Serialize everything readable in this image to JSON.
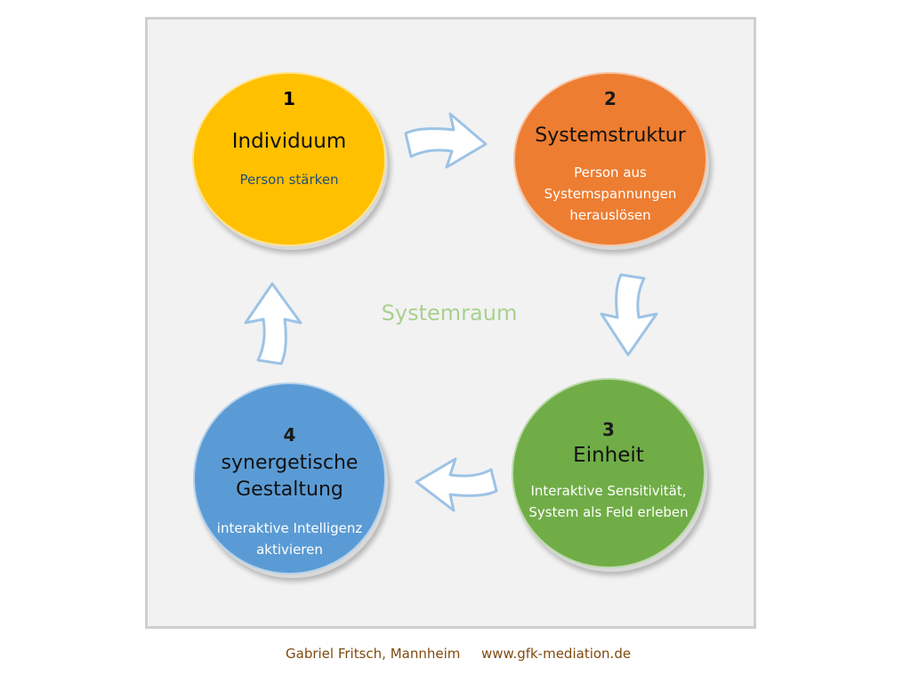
{
  "center_label": "Systemraum",
  "nodes": [
    {
      "number": "1",
      "title": "Individuum",
      "subtitle": "Person stärken",
      "color": "#ffc000"
    },
    {
      "number": "2",
      "title": "Systemstruktur",
      "subtitle": "Person aus Systemspannungen herauslösen",
      "color": "#ed7d31"
    },
    {
      "number": "3",
      "title": "Einheit",
      "subtitle": "Interaktive Sensitivität, System als Feld erleben",
      "color": "#70ad47"
    },
    {
      "number": "4",
      "title": "synergetische Gestaltung",
      "subtitle": "interaktive Intelligenz aktivieren",
      "color": "#5b9bd5"
    }
  ],
  "arrows": [
    "arrow-right-icon",
    "arrow-down-icon",
    "arrow-left-icon",
    "arrow-up-icon"
  ],
  "footer": {
    "author": "Gabriel Fritsch, Mannheim",
    "website": "www.gfk-mediation.de"
  },
  "colors": {
    "background": "#f2f2f2",
    "arrow_outline": "#9dc3e6",
    "center_label": "#a9d18e",
    "footer_text": "#7f4a0f"
  }
}
